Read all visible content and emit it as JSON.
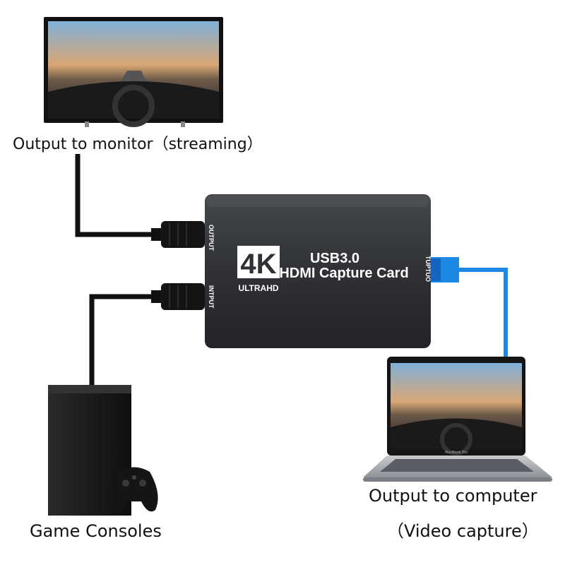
{
  "labels": {
    "monitor": "Output to monitor（streaming）",
    "consoles": "Game Consoles",
    "computer_line1": "Output to computer",
    "computer_line2": "（Video capture）"
  },
  "capture_card": {
    "badge_4k": "4K",
    "badge_sub": "ULTRAHD",
    "title_line1": "USB3.0",
    "title_line2": "HDMI Capture Card",
    "port_output": "OUTPUT",
    "port_input": "INTPUT",
    "port_usb": "TUPTUO"
  },
  "laptop": {
    "brand": "MacBook Pro"
  },
  "colors": {
    "hdmi_cable": "#111111",
    "usb_cable": "#1e88e5",
    "card_body": "#2f3134",
    "console": "#1c1c1c"
  },
  "icons": {
    "monitor": "tv-monitor-icon",
    "console": "game-console-tower-icon",
    "controller": "gamepad-icon",
    "laptop": "laptop-icon"
  }
}
